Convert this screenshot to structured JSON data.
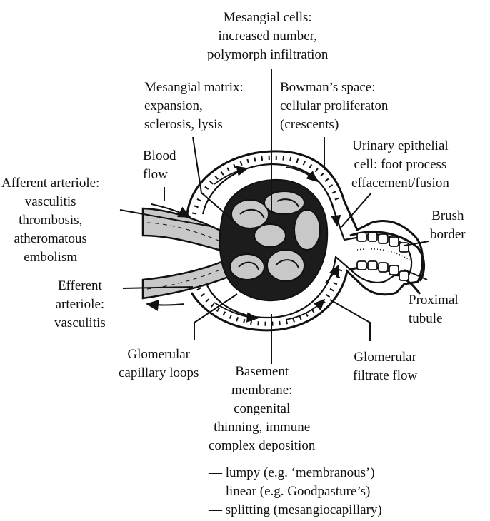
{
  "labels": {
    "mesangial_cells": [
      "Mesangial cells:",
      "increased number,",
      "polymorph infiltration"
    ],
    "mesangial_matrix": [
      "Mesangial matrix:",
      "expansion,",
      "sclerosis, lysis"
    ],
    "bowmans_space": [
      "Bowman’s space:",
      "cellular proliferaton",
      "(crescents)"
    ],
    "blood_flow": [
      "Blood",
      "flow"
    ],
    "urinary_epithelial": [
      "Urinary epithelial",
      "cell: foot process",
      "effacement/fusion"
    ],
    "afferent_arteriole": [
      "Afferent arteriole:",
      "vasculitis",
      "thrombosis,",
      "atheromatous",
      "embolism"
    ],
    "brush_border": [
      "Brush",
      "border"
    ],
    "efferent_arteriole": [
      "Efferent",
      "arteriole:",
      "vasculitis"
    ],
    "proximal_tubule": [
      "Proximal",
      "tubule"
    ],
    "glomerular_capillary_loops": [
      "Glomerular",
      "capillary loops"
    ],
    "glomerular_filtrate_flow": [
      "Glomerular",
      "filtrate flow"
    ],
    "basement_membrane": [
      "Basement",
      "membrane:",
      "congenital",
      "thinning, immune",
      "complex deposition"
    ],
    "basement_membrane_types": [
      "— lumpy (e.g. ‘membranous’)",
      "— linear (e.g. Goodpasture’s)",
      "— splitting (mesangiocapillary)"
    ]
  },
  "colors": {
    "ink": "#111111",
    "vessel_fill": "#c8c8c8",
    "dark_fill": "#1c1c1c",
    "paper": "#ffffff"
  }
}
